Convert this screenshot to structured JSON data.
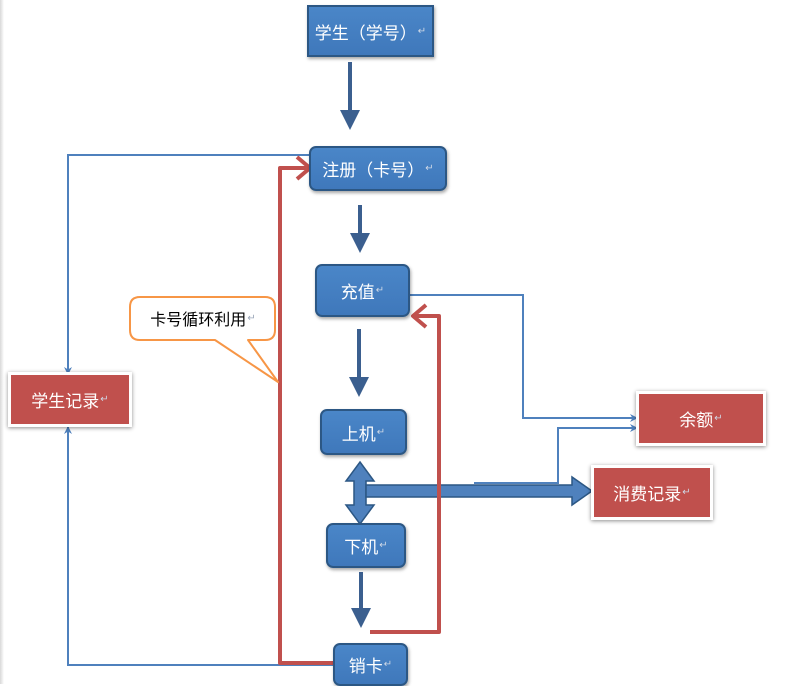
{
  "nodes": {
    "student_id": "学生（学号）",
    "register": "注册（卡号）",
    "recharge": "充值",
    "logon": "上机",
    "logoff": "下机",
    "cancel_card": "销卡",
    "student_record": "学生记录",
    "balance": "余额",
    "consumption_record": "消费记录"
  },
  "callout": {
    "text": "卡号循环利用"
  },
  "paragraph_mark": "↵",
  "colors": {
    "process_fill": "#4f81bd",
    "process_border": "#2c5784",
    "record_fill": "#c0504d",
    "flow_arrow": "#3b5f8f",
    "link_line": "#4f81bd",
    "loop_line": "#c0504d",
    "callout_border": "#f79646"
  }
}
